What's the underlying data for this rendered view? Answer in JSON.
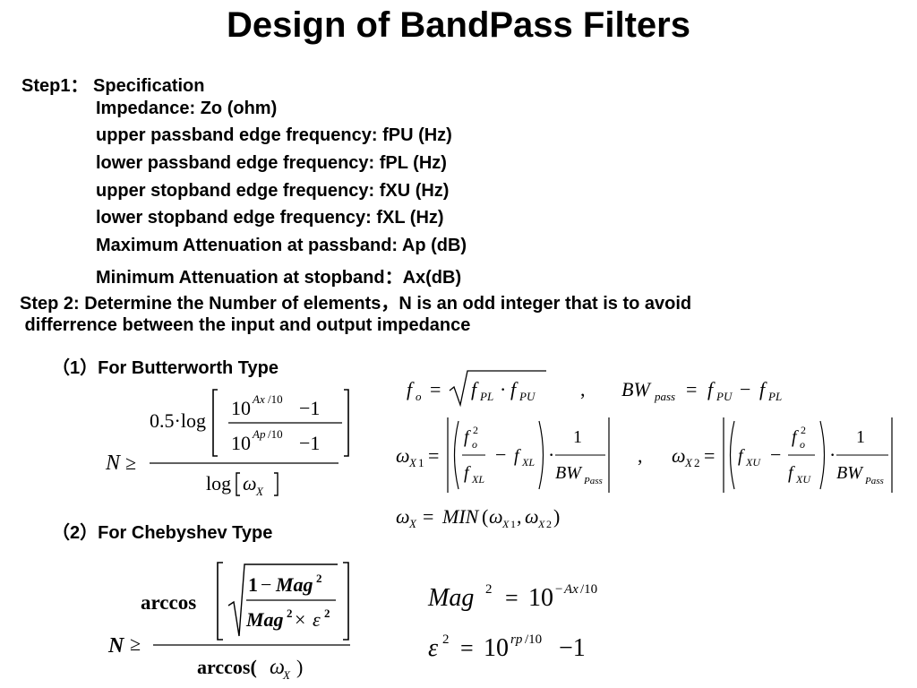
{
  "title": "Design of BandPass Filters",
  "step1": {
    "heading": "Step1：  Specification",
    "items": [
      "Impedance: Zo (ohm)",
      "upper passband edge frequency: fPU (Hz)",
      "lower passband edge frequency: fPL (Hz)",
      "upper stopband edge frequency: fXU (Hz)",
      "lower stopband edge frequency: fXL (Hz)",
      "Maximum Attenuation at passband: Ap (dB)",
      "Minimum Attenuation at stopband：Ax(dB)"
    ]
  },
  "step2": {
    "line1": "Step 2: Determine the Number of elements，N is an odd integer  that is to avoid",
    "line2": " differrence between the input and output impedance"
  },
  "butterworth": {
    "heading": "（1）For Butterworth Type"
  },
  "chebyshev": {
    "heading": "（2）For Chebyshev Type"
  }
}
